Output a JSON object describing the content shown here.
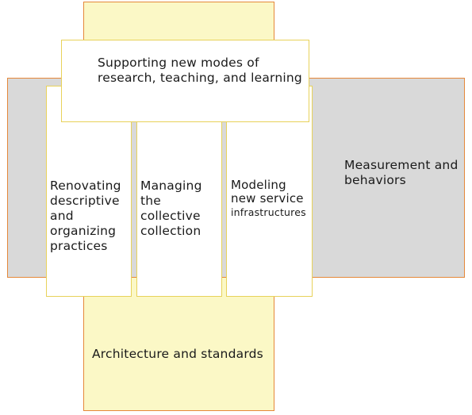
{
  "diagram": {
    "top": {
      "label": "Supporting new modes of research, teaching, and learning"
    },
    "columns": [
      {
        "label": "Renovating descriptive and organizing practices"
      },
      {
        "label": "Managing the collective collection"
      },
      {
        "label": "Modeling new service",
        "sublabel": "infrastructures"
      }
    ],
    "right": {
      "label": "Measurement and behaviors"
    },
    "bottom": {
      "label": "Architecture and standards"
    }
  },
  "colors": {
    "vertical_fill": "#fbf8c6",
    "horizontal_fill": "#d9d9d9",
    "outer_border": "#e5883a",
    "inner_border": "#e8d25a",
    "box_fill": "#ffffff"
  }
}
